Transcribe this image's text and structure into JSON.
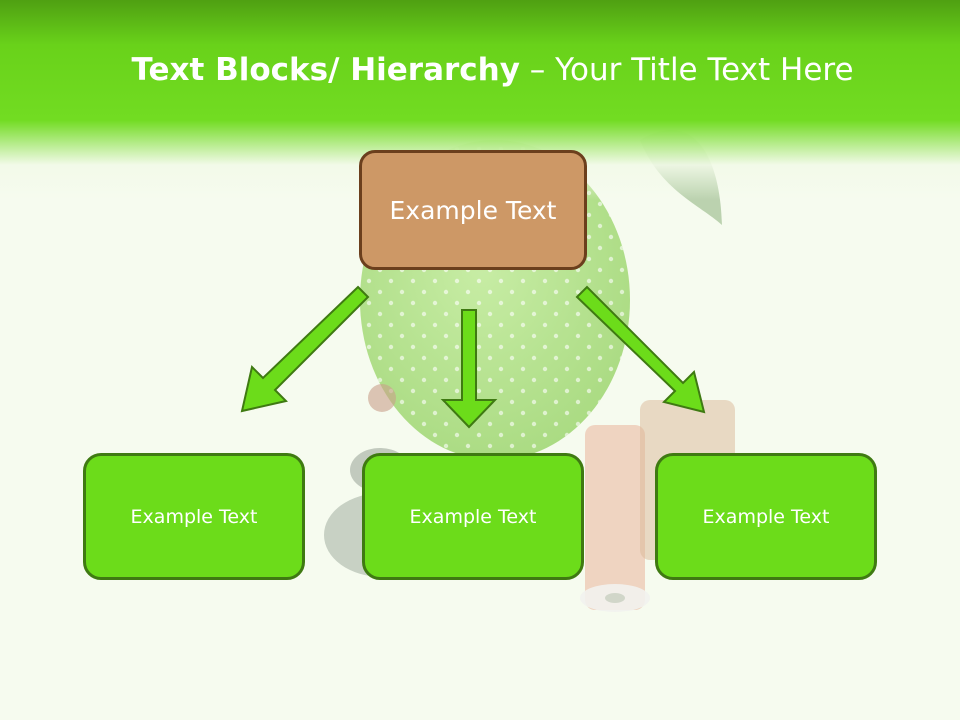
{
  "title": {
    "bold": "Text Blocks/ Hierarchy",
    "rest": " – Your Title Text Here"
  },
  "hierarchy": {
    "top": {
      "label": "Example Text"
    },
    "children": [
      {
        "label": "Example Text"
      },
      {
        "label": "Example Text"
      },
      {
        "label": "Example Text"
      }
    ]
  },
  "colors": {
    "title_band": "#72dc22",
    "top_box_fill": "#cd9866",
    "top_box_border": "#6b3f1d",
    "child_box_fill": "#6cdc1a",
    "child_box_border": "#3f7a12",
    "arrow_fill": "#6cdc1a",
    "arrow_border": "#3f7a12"
  }
}
